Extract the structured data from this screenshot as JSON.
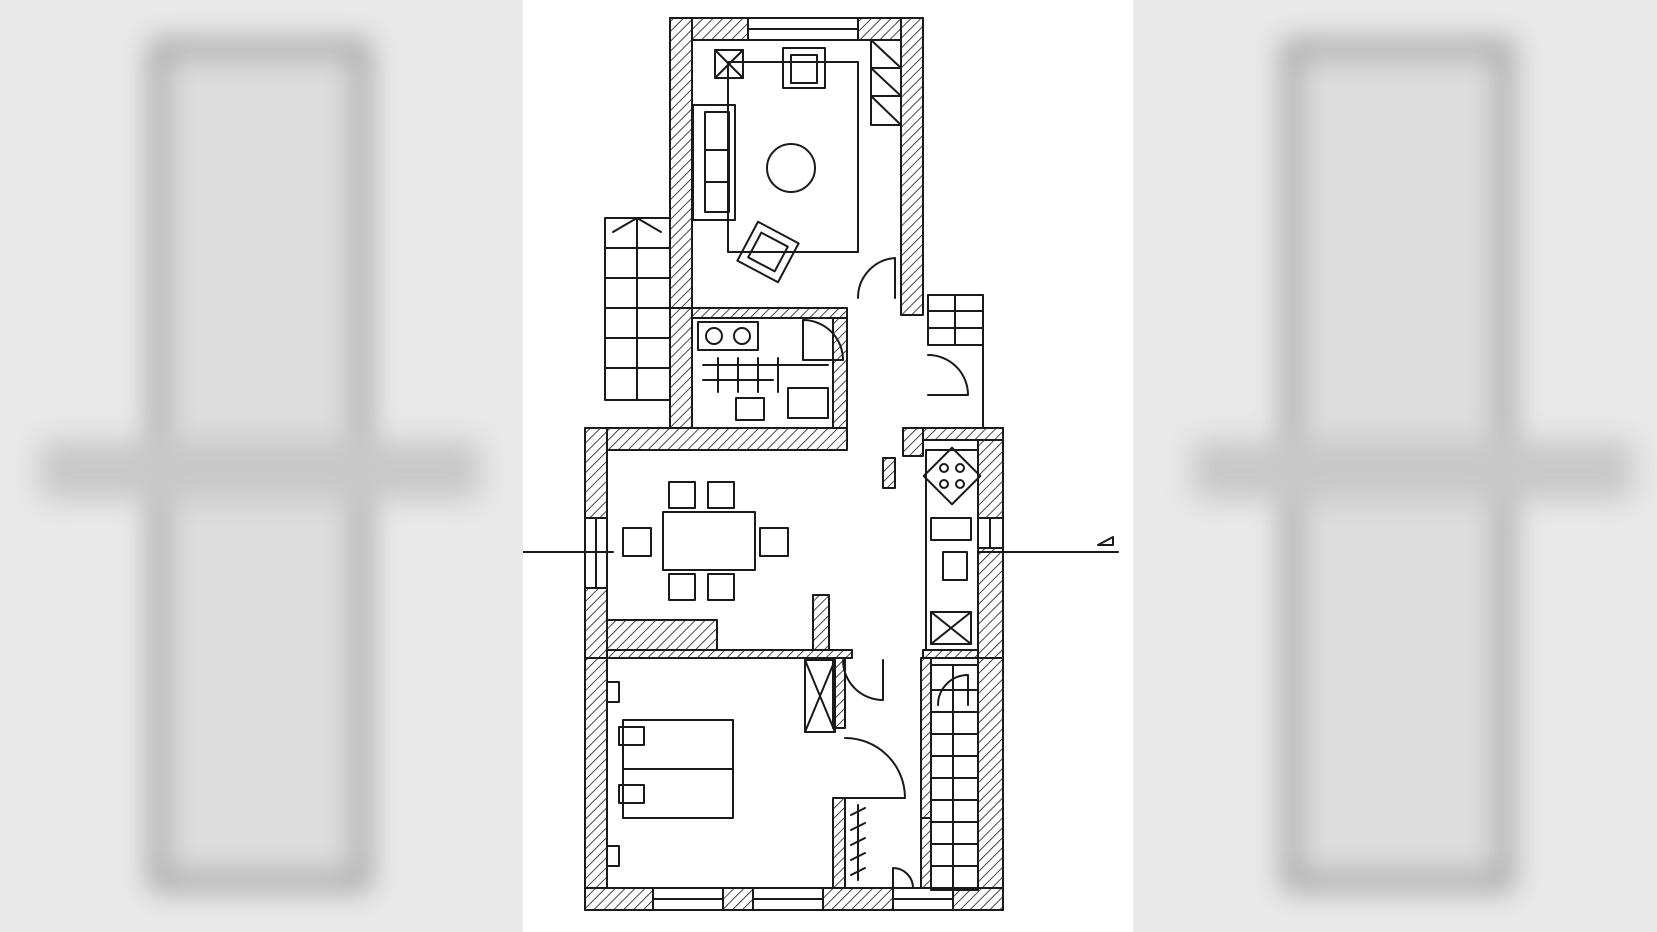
{
  "floorplan": {
    "style": "hand-drawn ink sketch",
    "background_color": "#ffffff",
    "line_color": "#1a1a1a",
    "side_blur_color": "#e6e6e6",
    "rooms": [
      "living-room",
      "utility-room",
      "dining-room",
      "kitchen",
      "bedroom",
      "stair-hall",
      "entrance-hall"
    ],
    "icons": [
      "floor-lamp-icon",
      "armchair-icon",
      "sofa-icon",
      "round-table-icon",
      "stove-icon",
      "sink-icon",
      "bed-icon",
      "staircase-icon",
      "door-swing-icon",
      "section-arrow-icon"
    ]
  }
}
